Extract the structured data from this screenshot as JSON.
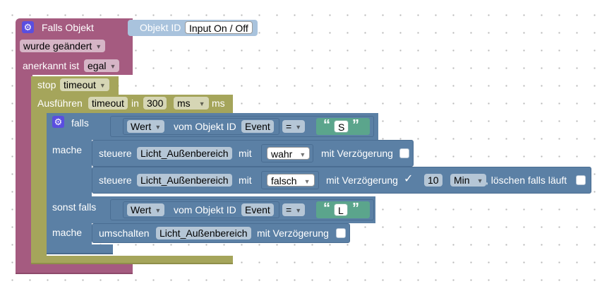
{
  "trigger": {
    "title": "Falls Objekt",
    "changed_value": "wurde geändert",
    "ack_label": "anerkannt ist",
    "ack_value": "egal",
    "object_id_label": "Objekt ID",
    "object_id_value": "Input On / Off"
  },
  "stop": {
    "label": "stop",
    "value": "timeout"
  },
  "timeout": {
    "label": "Ausführen",
    "name": "timeout",
    "in_label": "in",
    "delay": "300",
    "unit": "ms",
    "suffix": "ms"
  },
  "if_block": {
    "if_label": "falls",
    "do_label": "mache",
    "elseif_label": "sonst falls",
    "do2_label": "mache"
  },
  "cond1": {
    "attr": "Wert",
    "of_object_label": "vom Objekt ID",
    "object": "Event",
    "op": "=",
    "quote_open": "“",
    "value": "S",
    "quote_close": "”"
  },
  "cond2": {
    "attr": "Wert",
    "of_object_label": "vom Objekt ID",
    "object": "Event",
    "op": "=",
    "quote_open": "“",
    "value": "L",
    "quote_close": "”"
  },
  "control1": {
    "label": "steuere",
    "target": "Licht_Außenbereich",
    "with_label": "mit",
    "value": "wahr",
    "delay_label": "mit Verzögerung"
  },
  "control2": {
    "label": "steuere",
    "target": "Licht_Außenbereich",
    "with_label": "mit",
    "value": "falsch",
    "delay_label": "mit Verzögerung",
    "checkmark": "✓",
    "delay_value": "10",
    "delay_unit": "Min",
    "clear_label": ", löschen falls läuft"
  },
  "toggle": {
    "label": "umschalten",
    "target": "Licht_Außenbereich",
    "delay_label": "mit Verzögerung"
  },
  "icons": {
    "mutator": "gear-icon",
    "dropdown": "triangle-down-icon"
  },
  "colors": {
    "trigger": "#a55b80",
    "timeout": "#a5a55b",
    "logic": "#5b80a5",
    "object_id": "#a9c3dd",
    "text": "#5ba58c",
    "gear": "#5a4ee0"
  }
}
